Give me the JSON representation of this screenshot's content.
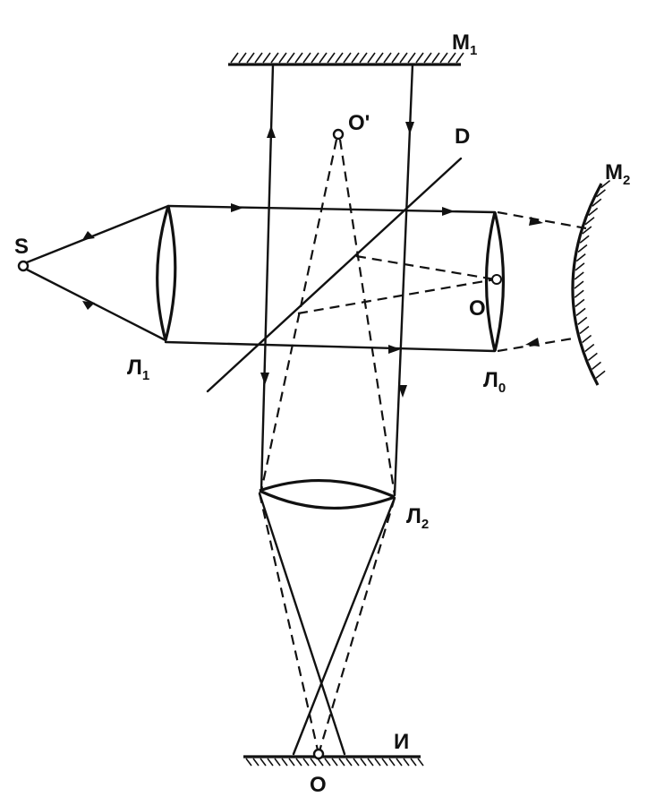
{
  "labels": {
    "mirror_1": {
      "main": "M",
      "sub": "1"
    },
    "mirror_2": {
      "main": "M",
      "sub": "2"
    },
    "source": "S",
    "beam_splitter": "D",
    "point_o_prime": "O'",
    "point_o_objective": "O",
    "point_o_bottom": "O",
    "lens_1": {
      "main": "Л",
      "sub": "1"
    },
    "lens_0": {
      "main": "Л",
      "sub": "0"
    },
    "lens_2": {
      "main": "Л",
      "sub": "2"
    },
    "sample": "И"
  }
}
